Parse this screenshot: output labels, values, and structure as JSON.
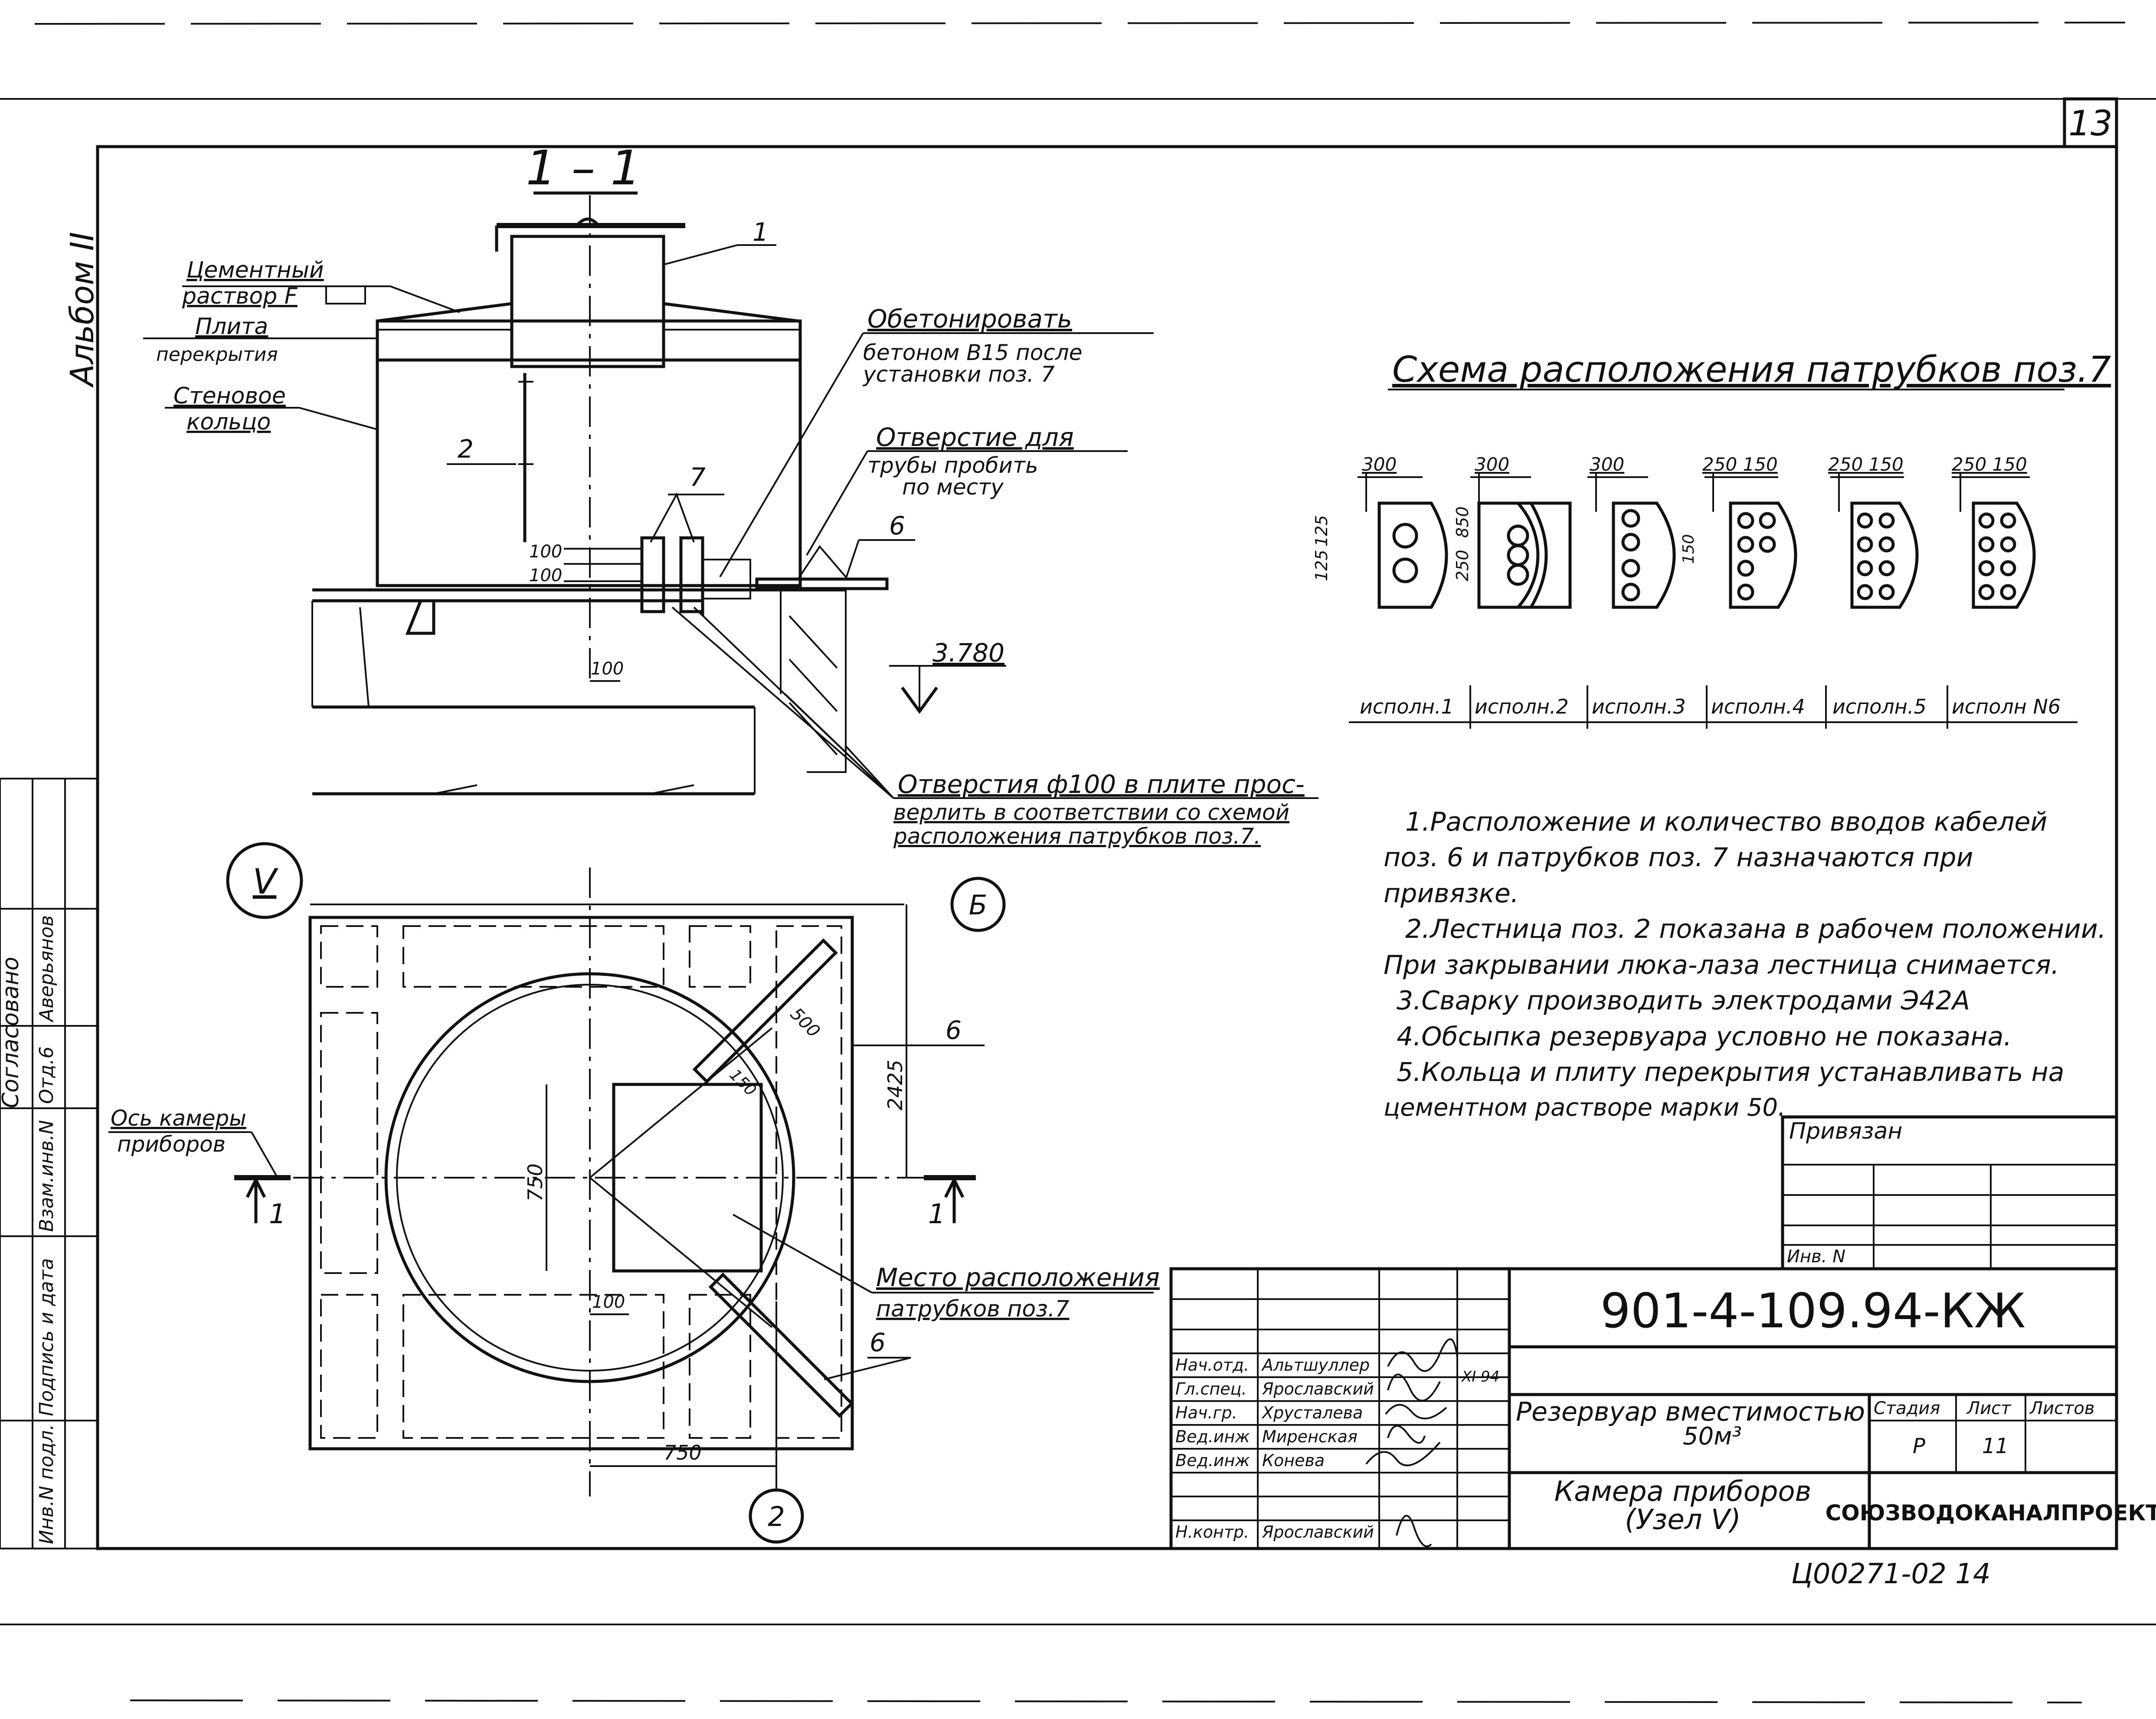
{
  "sheet_number": "13",
  "album": "Альбом II",
  "section": {
    "title": "1 – 1"
  },
  "section_callouts": {
    "cement_1": "Цементный",
    "cement_2": "раствор F",
    "slab_1": "Плита",
    "slab_2": "перекрытия",
    "ring_1": "Стеновое",
    "ring_2": "кольцо",
    "concrete_1": "Обетонировать",
    "concrete_2": "бетоном В15 после",
    "concrete_3": "установки поз. 7",
    "hole_1": "Отверстие для",
    "hole_2": "трубы пробить",
    "hole_3": "по месту",
    "drill_1": "Отверстия ф100 в плите прос-",
    "drill_2": "верлить в соответствии со схемой",
    "drill_3": "расположения патрубков поз.7."
  },
  "section_marks": {
    "pos1": "1",
    "pos2": "2",
    "pos7": "7",
    "pos6": "6",
    "dim100a": "100",
    "dim100b": "100",
    "dim100c": "100",
    "elevation": "3.780"
  },
  "plan": {
    "node": "V",
    "axis_b": "Б",
    "axis_2": "2",
    "axis_label_1": "Ось камеры",
    "axis_label_2": "приборов",
    "cut_left": "1",
    "cut_right": "1",
    "dim_2425": "2425",
    "dim_750_v": "750",
    "dim_750_h": "750",
    "dim_100": "100",
    "dim_500": "500",
    "dim_150": "150",
    "pos6_top": "6",
    "pos6_bottom": "6",
    "place_1": "Место расположения",
    "place_2": "патрубков поз.7"
  },
  "scheme": {
    "title": "Схема расположения патрубков поз.7",
    "variants": [
      {
        "label": "исполн.1",
        "top_dims": "300"
      },
      {
        "label": "исполн.2",
        "top_dims": "300"
      },
      {
        "label": "исполн.3",
        "top_dims": "300"
      },
      {
        "label": "исполн.4",
        "top_dims": "250 150"
      },
      {
        "label": "исполн.5",
        "top_dims": "250 150"
      },
      {
        "label": "исполн N6",
        "top_dims": "250 150"
      }
    ],
    "side_dims": {
      "d125a": "125",
      "d125b": "125",
      "d250": "250",
      "d850": "850",
      "d150": "150"
    }
  },
  "notes": [
    "1.Расположение и количество вводов кабелей",
    "поз. 6 и патрубков поз. 7 назначаются при",
    "привязке.",
    "2.Лестница поз. 2 показана в рабочем положении.",
    "При закрывании люка-лаза лестница снимается.",
    "3.Сварку производить электродами Э42А",
    "4.Обсыпка резервуара условно не показана.",
    "5.Кольца и плиту перекрытия устанавливать на",
    "цементном растворе марки 50."
  ],
  "binding_box": {
    "title": "Привязан",
    "inv": "Инв. N"
  },
  "left_stamp": [
    "Согласовано",
    "Отд.6",
    "Аверьянов",
    "Взам.инв.N",
    "Подпись и дата",
    "Инв.N подл."
  ],
  "title_block": {
    "code": "901-4-109.94-КЖ",
    "project": "Резервуар вместимостью",
    "volume": "50м³",
    "sheet_title_1": "Камера приборов",
    "sheet_title_2": "(Узел V)",
    "stage_h": "Стадия",
    "sheet_h": "Лист",
    "sheets_h": "Листов",
    "stage": "Р",
    "sheet": "11",
    "org": "СОЮЗВОДОКАНАЛПРОЕКТ",
    "date": "XI 94",
    "roles": [
      {
        "role": "Нач.отд.",
        "name": "Альтшуллер"
      },
      {
        "role": "Гл.спец.",
        "name": "Ярославский"
      },
      {
        "role": "Нач.гр.",
        "name": "Хрусталева"
      },
      {
        "role": "Вед.инж",
        "name": "Миренская"
      },
      {
        "role": "Вед.инж",
        "name": "Конева"
      },
      {
        "role": "",
        "name": ""
      },
      {
        "role": "Н.контр.",
        "name": "Ярославский"
      }
    ]
  },
  "footer_code": "Ц00271-02 14"
}
